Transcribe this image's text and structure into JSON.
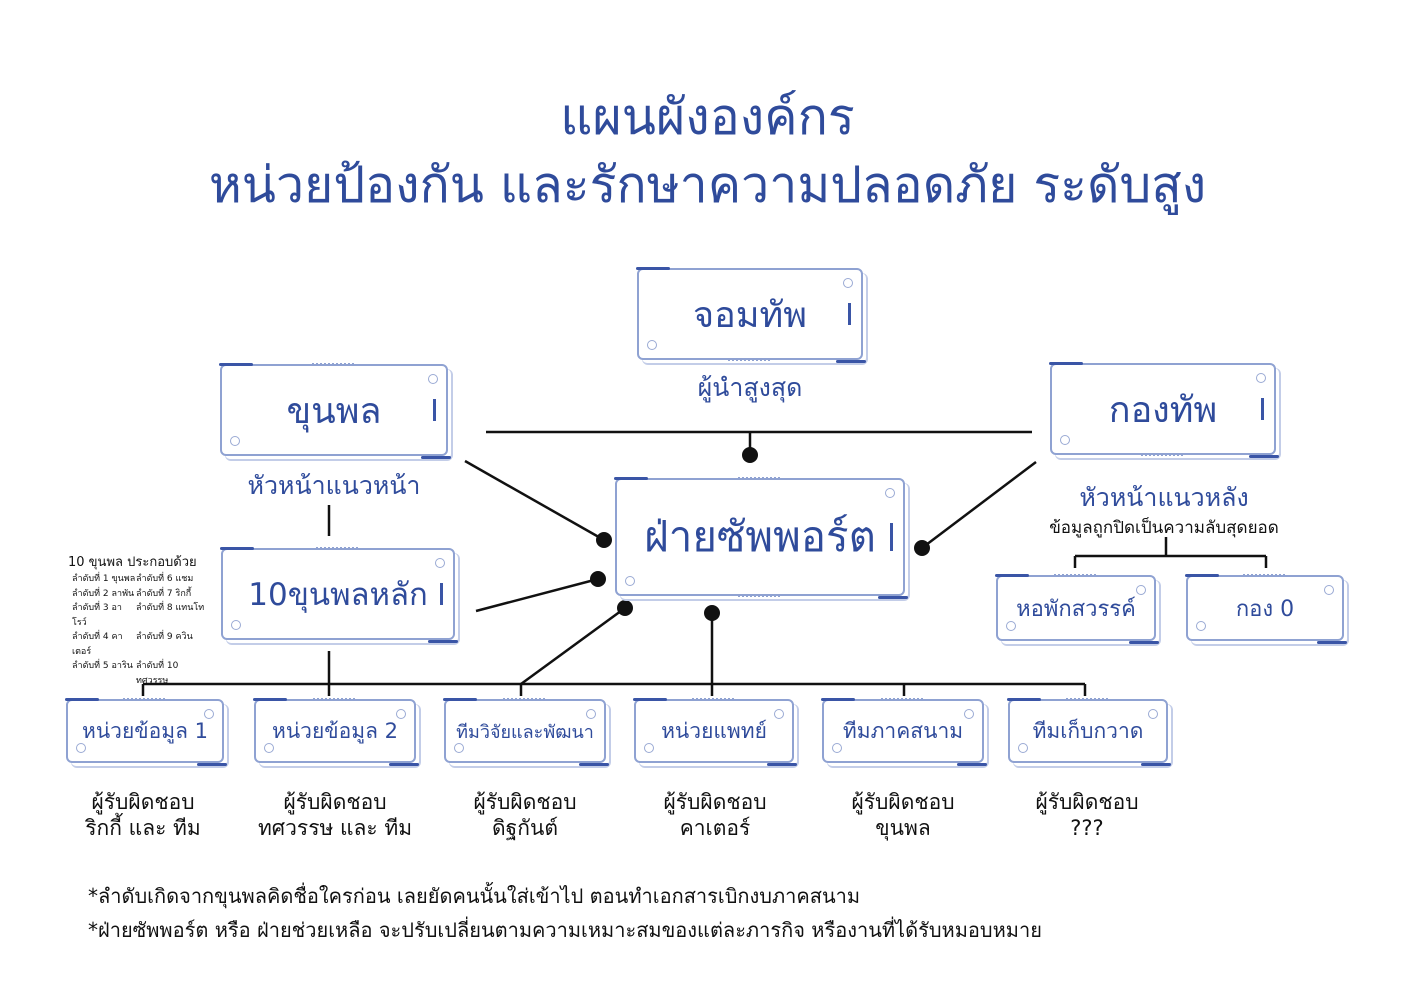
{
  "title": {
    "line1": "แผนผังองค์กร",
    "line2": "หน่วยป้องกัน และรักษาความปลอดภัย ระดับสูง"
  },
  "nodes": {
    "leader": {
      "label": "จอมทัพ",
      "role": "ผู้นำสูงสุด"
    },
    "frontline": {
      "label": "ขุนพล",
      "role": "หัวหน้าแนวหน้า"
    },
    "rearguard": {
      "label": "กองทัพ",
      "role": "หัวหน้าแนวหลัง",
      "note": "ข้อมูลถูกปิดเป็นความลับสุดยอด"
    },
    "support": {
      "label": "ฝ่ายซัพพอร์ต"
    },
    "ten_generals": {
      "label": "10ขุนพลหลัก"
    },
    "heaven_hall": {
      "label": "หอพักสวรรค์"
    },
    "unit_zero": {
      "label": "กอง 0"
    }
  },
  "members": {
    "heading": "10 ขุนพล ประกอบด้วย",
    "list": [
      "ลำดับที่ 1 ขุนพล",
      "ลำดับที่ 6 แชม",
      "ลำดับที่ 2 ลาพัน",
      "ลำดับที่ 7 ริกกี้",
      "ลำดับที่ 3 อาโรว์",
      "ลำดับที่ 8 แทนโท",
      "ลำดับที่ 4 คาเตอร์",
      "ลำดับที่ 9 ควิน",
      "ลำดับที่ 5 อาริน",
      "ลำดับที่ 10 ทศวรรษ"
    ]
  },
  "units": [
    {
      "label": "หน่วยข้อมูล 1",
      "resp1": "ผู้รับผิดชอบ",
      "resp2": "ริกกี้ และ ทีม"
    },
    {
      "label": "หน่วยข้อมูล 2",
      "resp1": "ผู้รับผิดชอบ",
      "resp2": "ทศวรรษ และ ทีม"
    },
    {
      "label": "ทีมวิจัยและพัฒนา",
      "resp1": "ผู้รับผิดชอบ",
      "resp2": "ดิฐกันต์"
    },
    {
      "label": "หน่วยแพทย์",
      "resp1": "ผู้รับผิดชอบ",
      "resp2": "คาเตอร์"
    },
    {
      "label": "ทีมภาคสนาม",
      "resp1": "ผู้รับผิดชอบ",
      "resp2": "ขุนพล"
    },
    {
      "label": "ทีมเก็บกวาด",
      "resp1": "ผู้รับผิดชอบ",
      "resp2": "???"
    }
  ],
  "footnotes": [
    "*ลำดับเกิดจากขุนพลคิดชื่อใครก่อน เลยยัดคนนั้นใส่เข้าไป ตอนทำเอกสารเบิกงบภาคสนาม",
    "*ฝ่ายซัพพอร์ต หรือ ฝ่ายช่วยเหลือ จะปรับเปลี่ยนตามความเหมาะสมของแต่ละภารกิจ หรืองานที่ได้รับหมอบหมาย"
  ]
}
